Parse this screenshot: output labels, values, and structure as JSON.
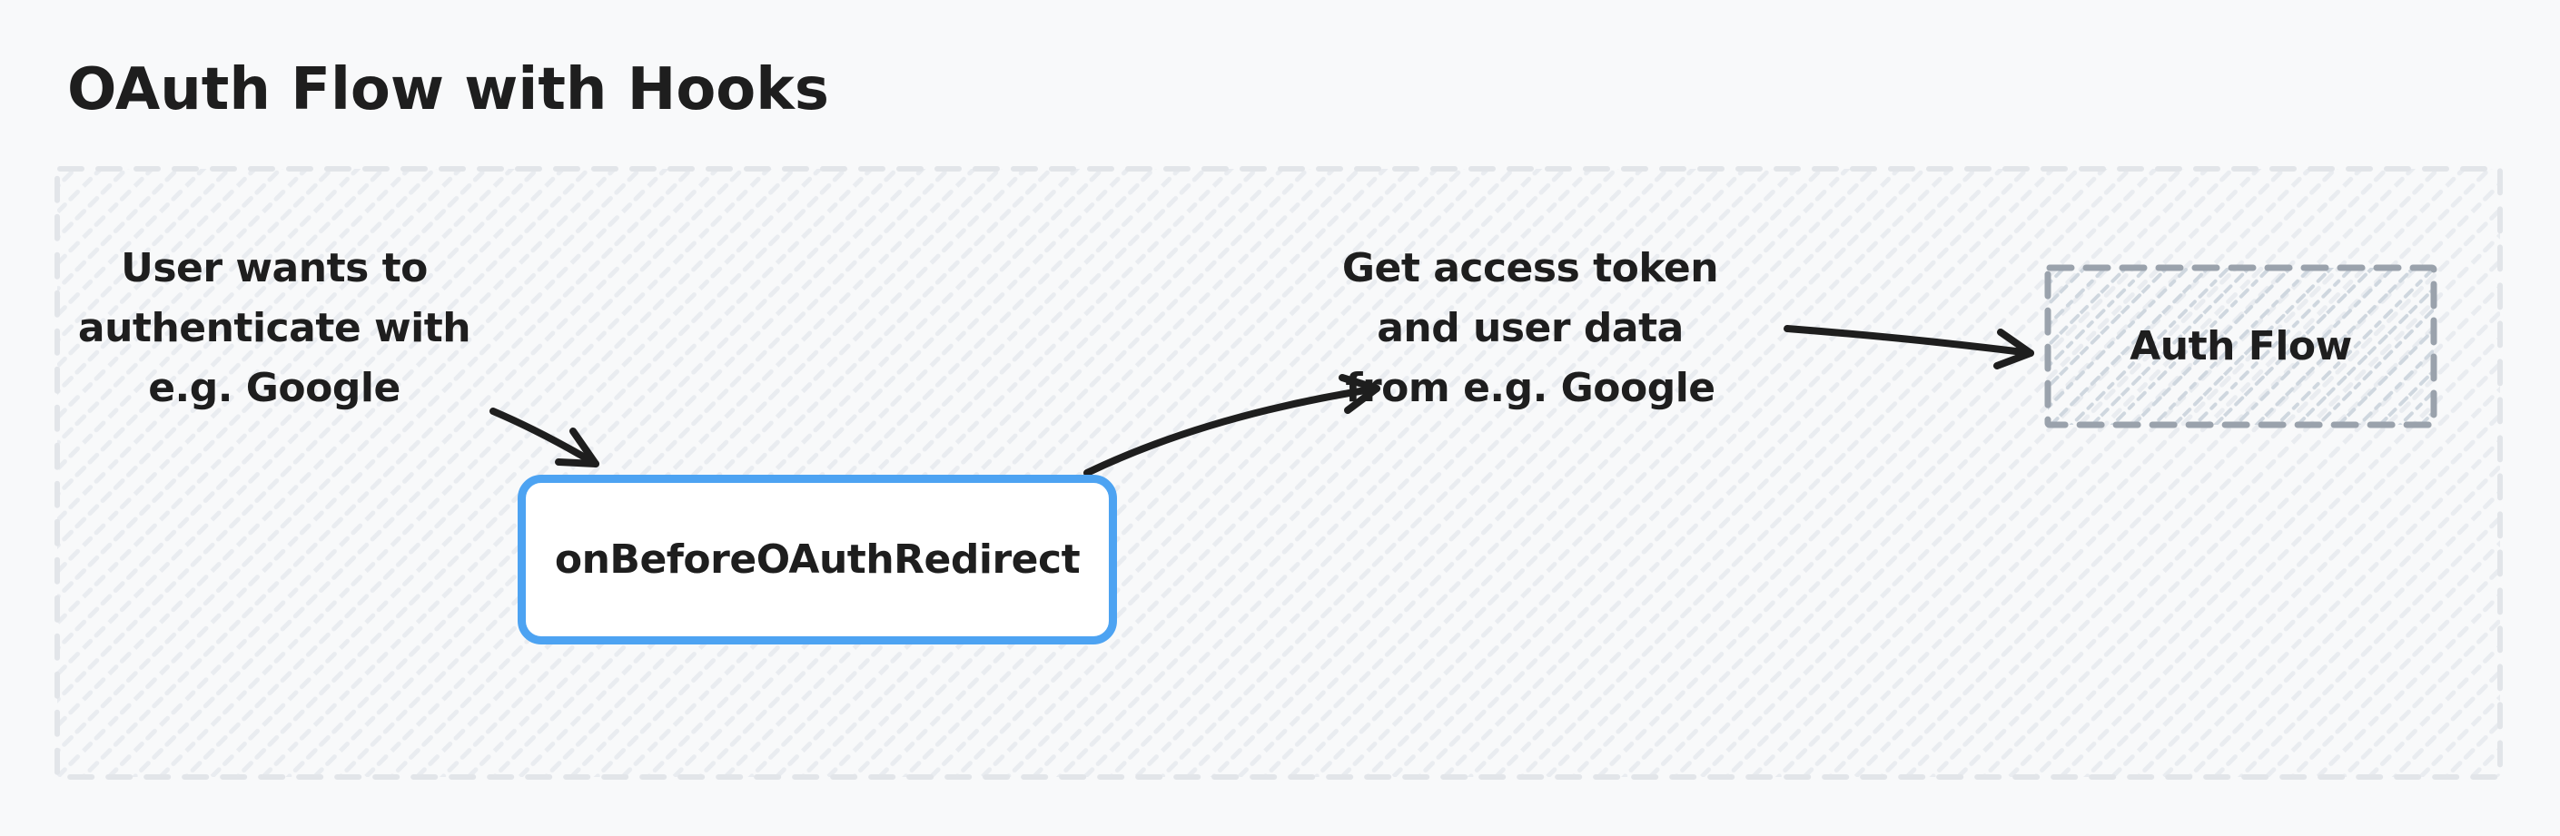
{
  "title": "OAuth Flow with Hooks",
  "nodes": {
    "user_intent": {
      "lines": [
        "User wants to",
        "authenticate with",
        "e.g. Google"
      ]
    },
    "hook": {
      "label": "onBeforeOAuthRedirect"
    },
    "get_token": {
      "lines": [
        "Get access token",
        "and user data",
        "from e.g. Google"
      ]
    },
    "auth_flow": {
      "label": "Auth Flow"
    }
  },
  "edges": [
    {
      "from": "user_intent",
      "to": "hook"
    },
    {
      "from": "hook",
      "to": "get_token"
    },
    {
      "from": "get_token",
      "to": "auth_flow"
    }
  ],
  "colors": {
    "background": "#f8f9fa",
    "ink": "#1e1e1e",
    "accent_blue": "#4da3f2",
    "container_border": "#e2e5e9",
    "auth_border": "#9aa2ac",
    "hatch_light": "#e9ecf0",
    "hatch_medium": "#cfd7df",
    "node_background": "#ffffff"
  }
}
